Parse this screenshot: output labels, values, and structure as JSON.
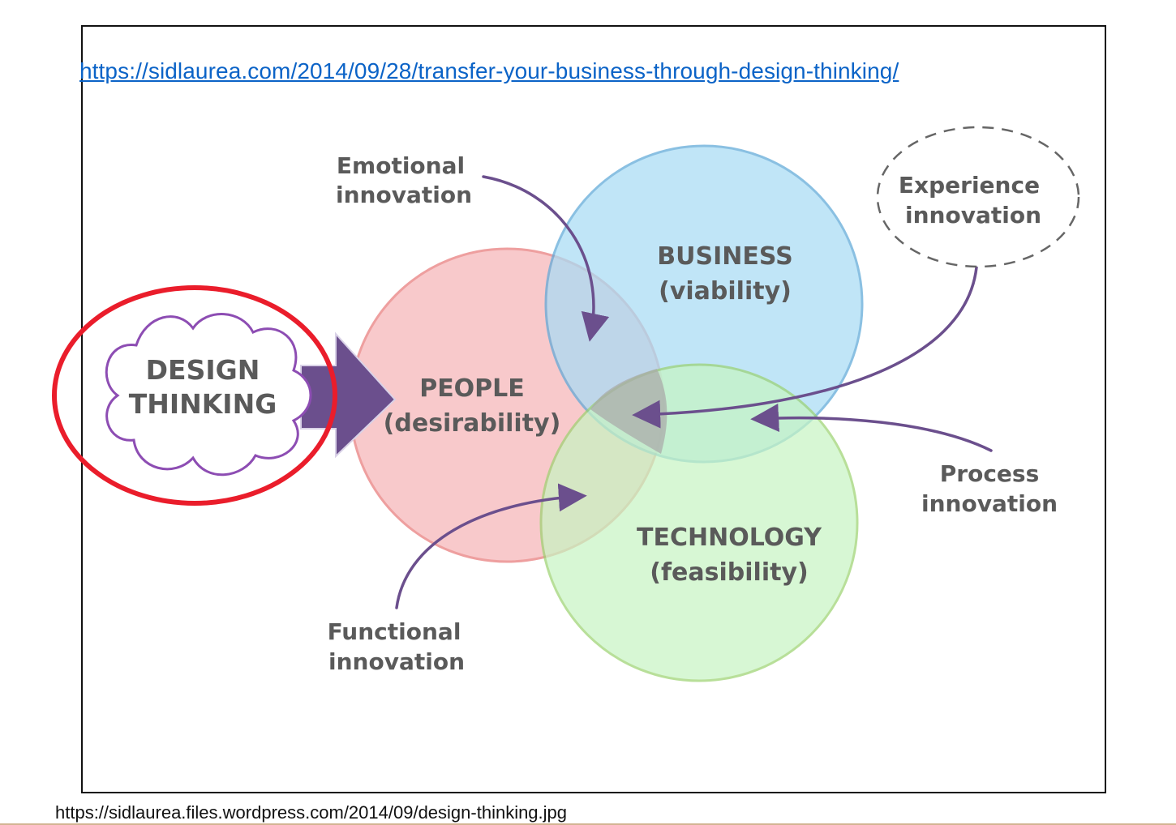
{
  "source_link": "https://sidlaurea.com/2014/09/28/transfer-your-business-through-design-thinking/",
  "footer_url": "https://sidlaurea.files.wordpress.com/2014/09/design-thinking.jpg",
  "design_thinking": {
    "line1": "DESIGN",
    "line2": "THINKING"
  },
  "circles": {
    "people": {
      "title": "PEOPLE",
      "subtitle": "(desirability)",
      "fill": "#f8c7c9",
      "stroke": "#ee9a9a"
    },
    "business": {
      "title": "BUSINESS",
      "subtitle": "(viability)",
      "fill": "#a8dcf5",
      "stroke": "#5ea8d8"
    },
    "technology": {
      "title": "TECHNOLOGY",
      "subtitle": "(feasibility)",
      "fill": "#c7f5c2",
      "stroke": "#9bd26f"
    }
  },
  "callouts": {
    "emotional": {
      "line1": "Emotional",
      "line2": "innovation"
    },
    "experience": {
      "line1": "Experience",
      "line2": "innovation"
    },
    "process": {
      "line1": "Process",
      "line2": "innovation"
    },
    "functional": {
      "line1": "Functional",
      "line2": "innovation"
    }
  },
  "colors": {
    "highlight_ring": "#ea1d2b",
    "arrow": "#6b4f8d",
    "cloud_outline": "#8d4db3",
    "label": "#5a5a5a",
    "link": "#0b63c7"
  }
}
